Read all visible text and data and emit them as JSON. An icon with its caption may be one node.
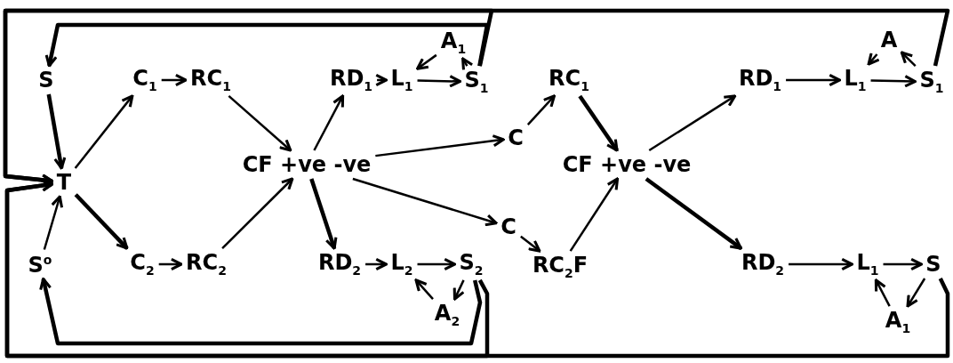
{
  "diagram": {
    "nodes": [
      {
        "text": [
          "S"
        ]
      },
      {
        "text": [
          "T"
        ]
      },
      {
        "text": [
          "S$^{o}$"
        ]
      },
      {
        "text": [
          "C$_{1}$"
        ]
      },
      {
        "text": [
          "RC$_{1}$"
        ]
      },
      {
        "text": [
          "C$_{2}$"
        ]
      },
      {
        "text": [
          "RC$_{2}$"
        ]
      },
      {
        "text": [
          "CF +ve -ve"
        ]
      },
      {
        "text": [
          "RD$_{1}$"
        ]
      },
      {
        "text": [
          "L$_{1}$"
        ]
      },
      {
        "text": [
          "S$_{1}$"
        ]
      },
      {
        "text": [
          "A$_{1}$"
        ]
      },
      {
        "text": [
          "RD$_{2}$"
        ]
      },
      {
        "text": [
          "L$_{2}$"
        ]
      },
      {
        "text": [
          "S$_{2}$"
        ]
      },
      {
        "text": [
          "A$_{2}$"
        ]
      },
      {
        "text": [
          "C"
        ]
      },
      {
        "text": [
          "RC$_{1}$"
        ]
      },
      {
        "text": [
          "C"
        ]
      },
      {
        "text": [
          "RC$_{2}$F"
        ]
      },
      {
        "text": [
          "CF +ve -ve"
        ]
      },
      {
        "text": [
          "RD$_{1}$"
        ]
      },
      {
        "text": [
          "L$_{1}$"
        ]
      },
      {
        "text": [
          "S$_{1}$"
        ]
      },
      {
        "text": [
          "A"
        ]
      },
      {
        "text": [
          "RD$_{2}$"
        ]
      },
      {
        "text": [
          "L$_{1}$"
        ]
      },
      {
        "text": [
          "S"
        ]
      },
      {
        "text": [
          "A$_{1}$"
        ]
      }
    ],
    "edges": [
      {
        "from": 0,
        "to": 1,
        "arrow": "to",
        "style": "thick"
      },
      {
        "from": 1,
        "to": 3,
        "arrow": "to"
      },
      {
        "from": 3,
        "to": 4,
        "arrow": "to"
      },
      {
        "from": 4,
        "to": 7,
        "arrow": "to"
      },
      {
        "from": 1,
        "to": 5,
        "arrow": "to",
        "style": "thick"
      },
      {
        "from": 5,
        "to": 6,
        "arrow": "to"
      },
      {
        "from": 6,
        "to": 7,
        "arrow": "to"
      },
      {
        "from": 2,
        "to": 1,
        "arrow": "to"
      },
      {
        "from": 7,
        "to": 8,
        "arrow": "to"
      },
      {
        "from": 8,
        "to": 9,
        "arrow": "to"
      },
      {
        "from": 9,
        "to": 10,
        "arrow": "to"
      },
      {
        "from": 10,
        "to": 11,
        "arrow": "to"
      },
      {
        "from": 11,
        "to": 9,
        "arrow": "to"
      },
      {
        "from": 7,
        "to": 12,
        "arrow": "to",
        "style": "thick"
      },
      {
        "from": 12,
        "to": 13,
        "arrow": "to"
      },
      {
        "from": 13,
        "to": 14,
        "arrow": "to"
      },
      {
        "from": 14,
        "to": 15,
        "arrow": "to"
      },
      {
        "from": 15,
        "to": 13,
        "arrow": "to"
      },
      {
        "from": 7,
        "to": 16,
        "arrow": "to"
      },
      {
        "from": 7,
        "to": 18,
        "arrow": "to"
      },
      {
        "from": 16,
        "to": 17,
        "arrow": "to"
      },
      {
        "from": 17,
        "to": 20,
        "arrow": "to",
        "style": "thick"
      },
      {
        "from": 18,
        "to": 19,
        "arrow": "to"
      },
      {
        "from": 19,
        "to": 20,
        "arrow": "to"
      },
      {
        "from": 20,
        "to": 21,
        "arrow": "to"
      },
      {
        "from": 21,
        "to": 22,
        "arrow": "to"
      },
      {
        "from": 22,
        "to": 23,
        "arrow": "to"
      },
      {
        "from": 23,
        "to": 24,
        "arrow": "to"
      },
      {
        "from": 24,
        "to": 22,
        "arrow": "to"
      },
      {
        "from": 20,
        "to": 25,
        "arrow": "to",
        "style": "thick"
      },
      {
        "from": 25,
        "to": 26,
        "arrow": "to"
      },
      {
        "from": 26,
        "to": 27,
        "arrow": "to"
      },
      {
        "from": 27,
        "to": 28,
        "arrow": "to"
      },
      {
        "from": 28,
        "to": 26,
        "arrow": "to"
      },
      {
        "from": 10,
        "to": 0,
        "arrow": "to",
        "style": "thick"
      },
      {
        "from": 10,
        "to": 1,
        "arrow": "to",
        "style": "thick"
      },
      {
        "from": 23,
        "to": 1,
        "arrow": "to",
        "style": "thick"
      },
      {
        "from": 14,
        "to": 1,
        "arrow": "to",
        "style": "thick"
      },
      {
        "from": 27,
        "to": 1,
        "arrow": "to",
        "style": "thick"
      },
      {
        "from": 14,
        "to": 2,
        "arrow": "to",
        "style": "thick"
      }
    ]
  }
}
